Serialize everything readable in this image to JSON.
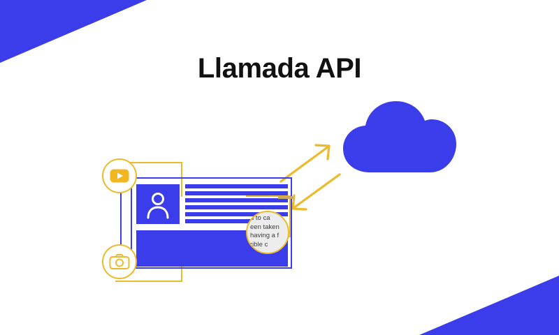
{
  "page": {
    "title": "Llamada API",
    "background_color": "#ffffff"
  },
  "theme": {
    "blue": "#3B3DEA",
    "yellow": "#EDBA2C",
    "title_color": "#111111",
    "bubble_bg": "#EDEDED",
    "bubble_text_color": "#3c3c3c",
    "highlight_tan": "#C9A96B"
  },
  "decorations": {
    "top_left_triangle": "blue-corner-triangle",
    "bottom_right_triangle": "blue-corner-triangle"
  },
  "illustration": {
    "cloud": {
      "icon": "cloud-icon",
      "color": "#3B3DEA"
    },
    "arrows": [
      {
        "icon": "arrow-up-right-icon",
        "direction": "up-right",
        "color": "#EDBA2C"
      },
      {
        "icon": "arrow-down-left-icon",
        "direction": "down-left",
        "color": "#EDBA2C"
      }
    ],
    "card": {
      "avatar_icon": "user-avatar-icon",
      "text_lines": [
        {
          "width": 147
        },
        {
          "width": 147
        },
        {
          "width": 147
        },
        {
          "width": 147
        },
        {
          "width": 147
        },
        {
          "width": 140
        }
      ],
      "body_block": "content-block",
      "quote_text": "d to ca\neen taken\nhaving a f\nrible c"
    },
    "badges": [
      {
        "icon": "video-play-icon",
        "label": "video"
      },
      {
        "icon": "camera-icon",
        "label": "camera"
      }
    ]
  }
}
